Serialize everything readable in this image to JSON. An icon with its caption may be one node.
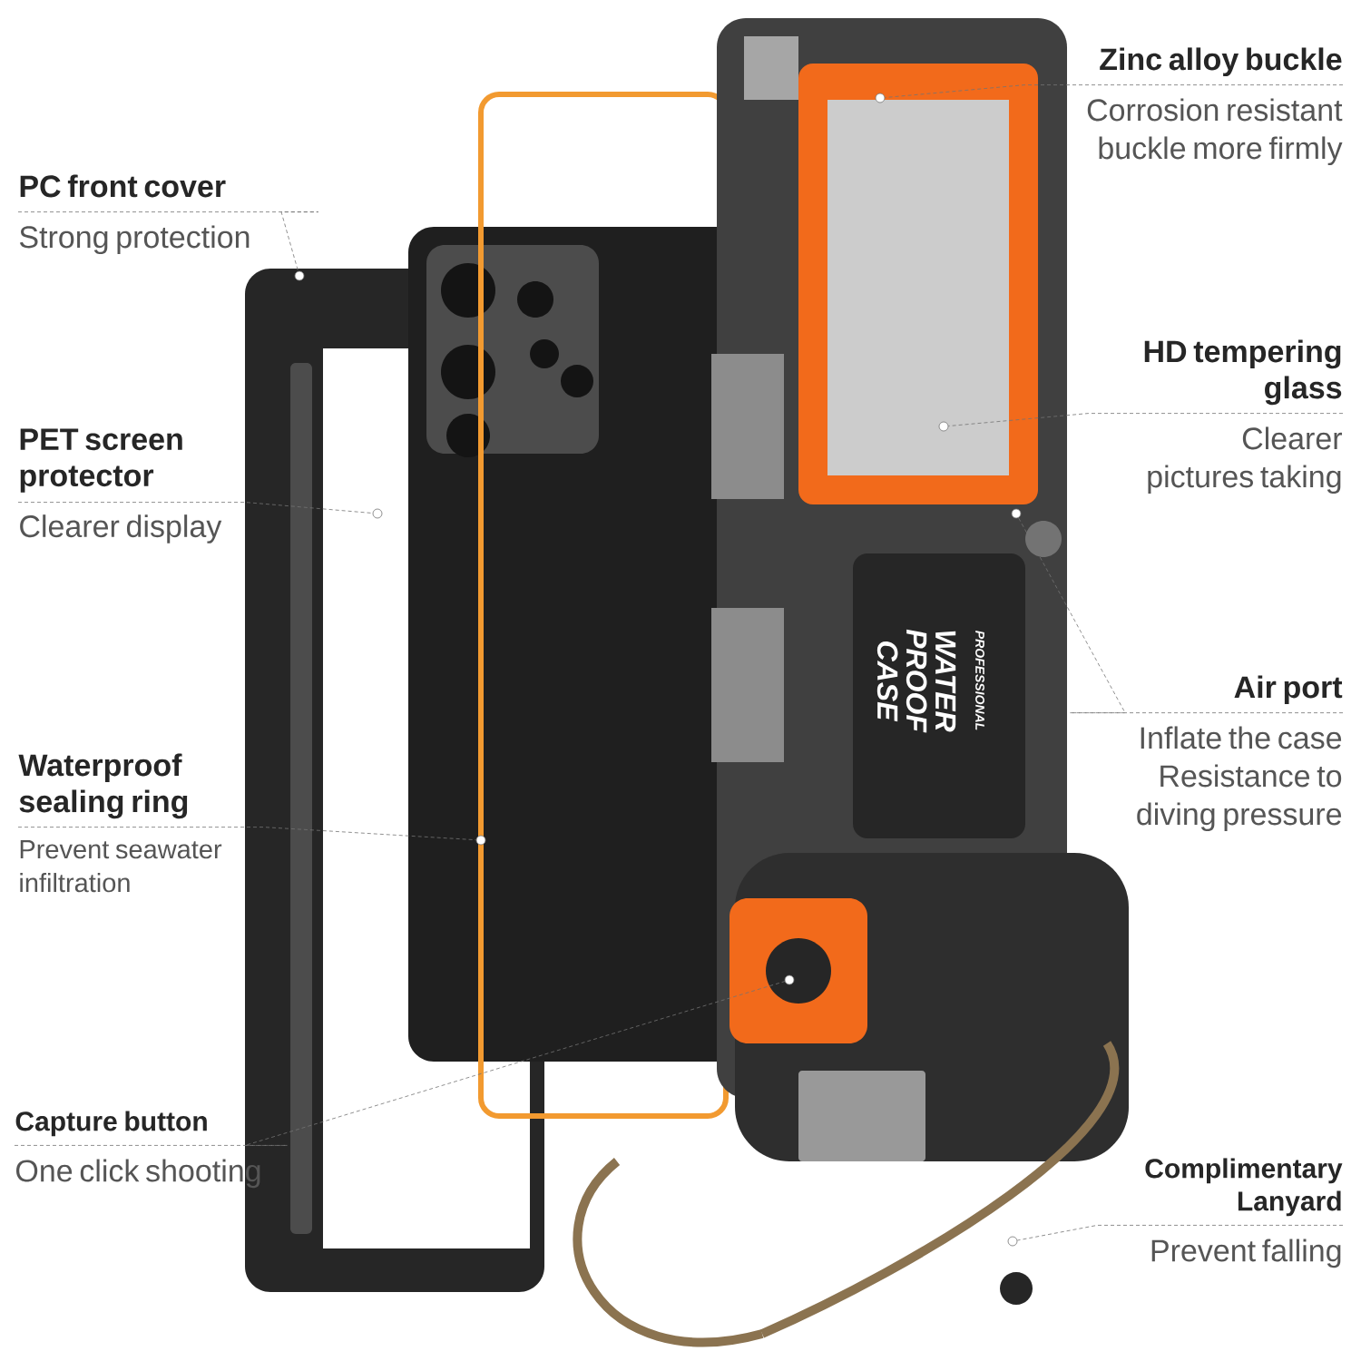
{
  "diagram": {
    "nodes": [
      {
        "text": [
          "PC front cover",
          "Strong protection"
        ]
      },
      {
        "text": [
          "PET screen protector",
          "Clearer display"
        ]
      },
      {
        "text": [
          "Waterproof sealing ring",
          "Prevent seawater infiltration"
        ]
      },
      {
        "text": [
          "Capture button",
          "One click shooting"
        ]
      },
      {
        "text": [
          "Zinc alloy buckle",
          "Corrosion resistant buckle more firmly"
        ]
      },
      {
        "text": [
          "HD tempering glass",
          "Clearer pictures taking"
        ]
      },
      {
        "text": [
          "Air port",
          "Inflate the case Resistance to diving pressure"
        ]
      },
      {
        "text": [
          "Complimentary Lanyard",
          "Prevent falling"
        ]
      },
      {
        "text": [],
        "shape": "circle"
      },
      {
        "text": [],
        "shape": "circle"
      },
      {
        "text": [],
        "shape": "circle"
      },
      {
        "text": [],
        "shape": "circle"
      },
      {
        "text": [],
        "shape": "circle"
      },
      {
        "text": [],
        "shape": "circle"
      },
      {
        "text": [],
        "shape": "circle"
      },
      {
        "text": [],
        "shape": "circle"
      }
    ],
    "edges": [
      {
        "from": 0,
        "to": 8,
        "arrow": "none",
        "style": "dashed"
      },
      {
        "from": 1,
        "to": 9,
        "arrow": "none",
        "style": "dashed"
      },
      {
        "from": 2,
        "to": 10,
        "arrow": "none",
        "style": "dashed"
      },
      {
        "from": 3,
        "to": 11,
        "arrow": "none",
        "style": "dashed"
      },
      {
        "from": 4,
        "to": 12,
        "arrow": "none",
        "style": "dashed"
      },
      {
        "from": 5,
        "to": 13,
        "arrow": "none",
        "style": "dashed"
      },
      {
        "from": 6,
        "to": 14,
        "arrow": "none",
        "style": "dashed"
      },
      {
        "from": 7,
        "to": 15,
        "arrow": "none",
        "style": "dashed"
      }
    ],
    "labels": [
      "WATER PROOF CASE",
      "PROFESSIONAL"
    ]
  }
}
